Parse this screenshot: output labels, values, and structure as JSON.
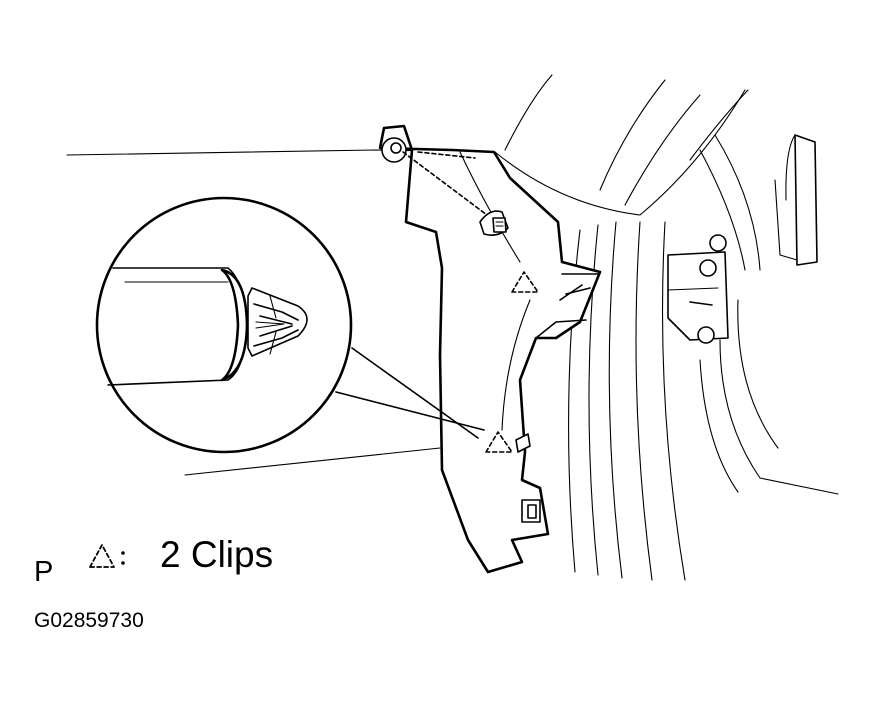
{
  "figure": {
    "view_letter": "P",
    "legend": {
      "icon": "dashed-triangle-clip-marker",
      "separator": ":",
      "text": "2 Clips"
    },
    "figure_code": "G02859730"
  },
  "colors": {
    "line": "#000000",
    "background": "#ffffff"
  }
}
